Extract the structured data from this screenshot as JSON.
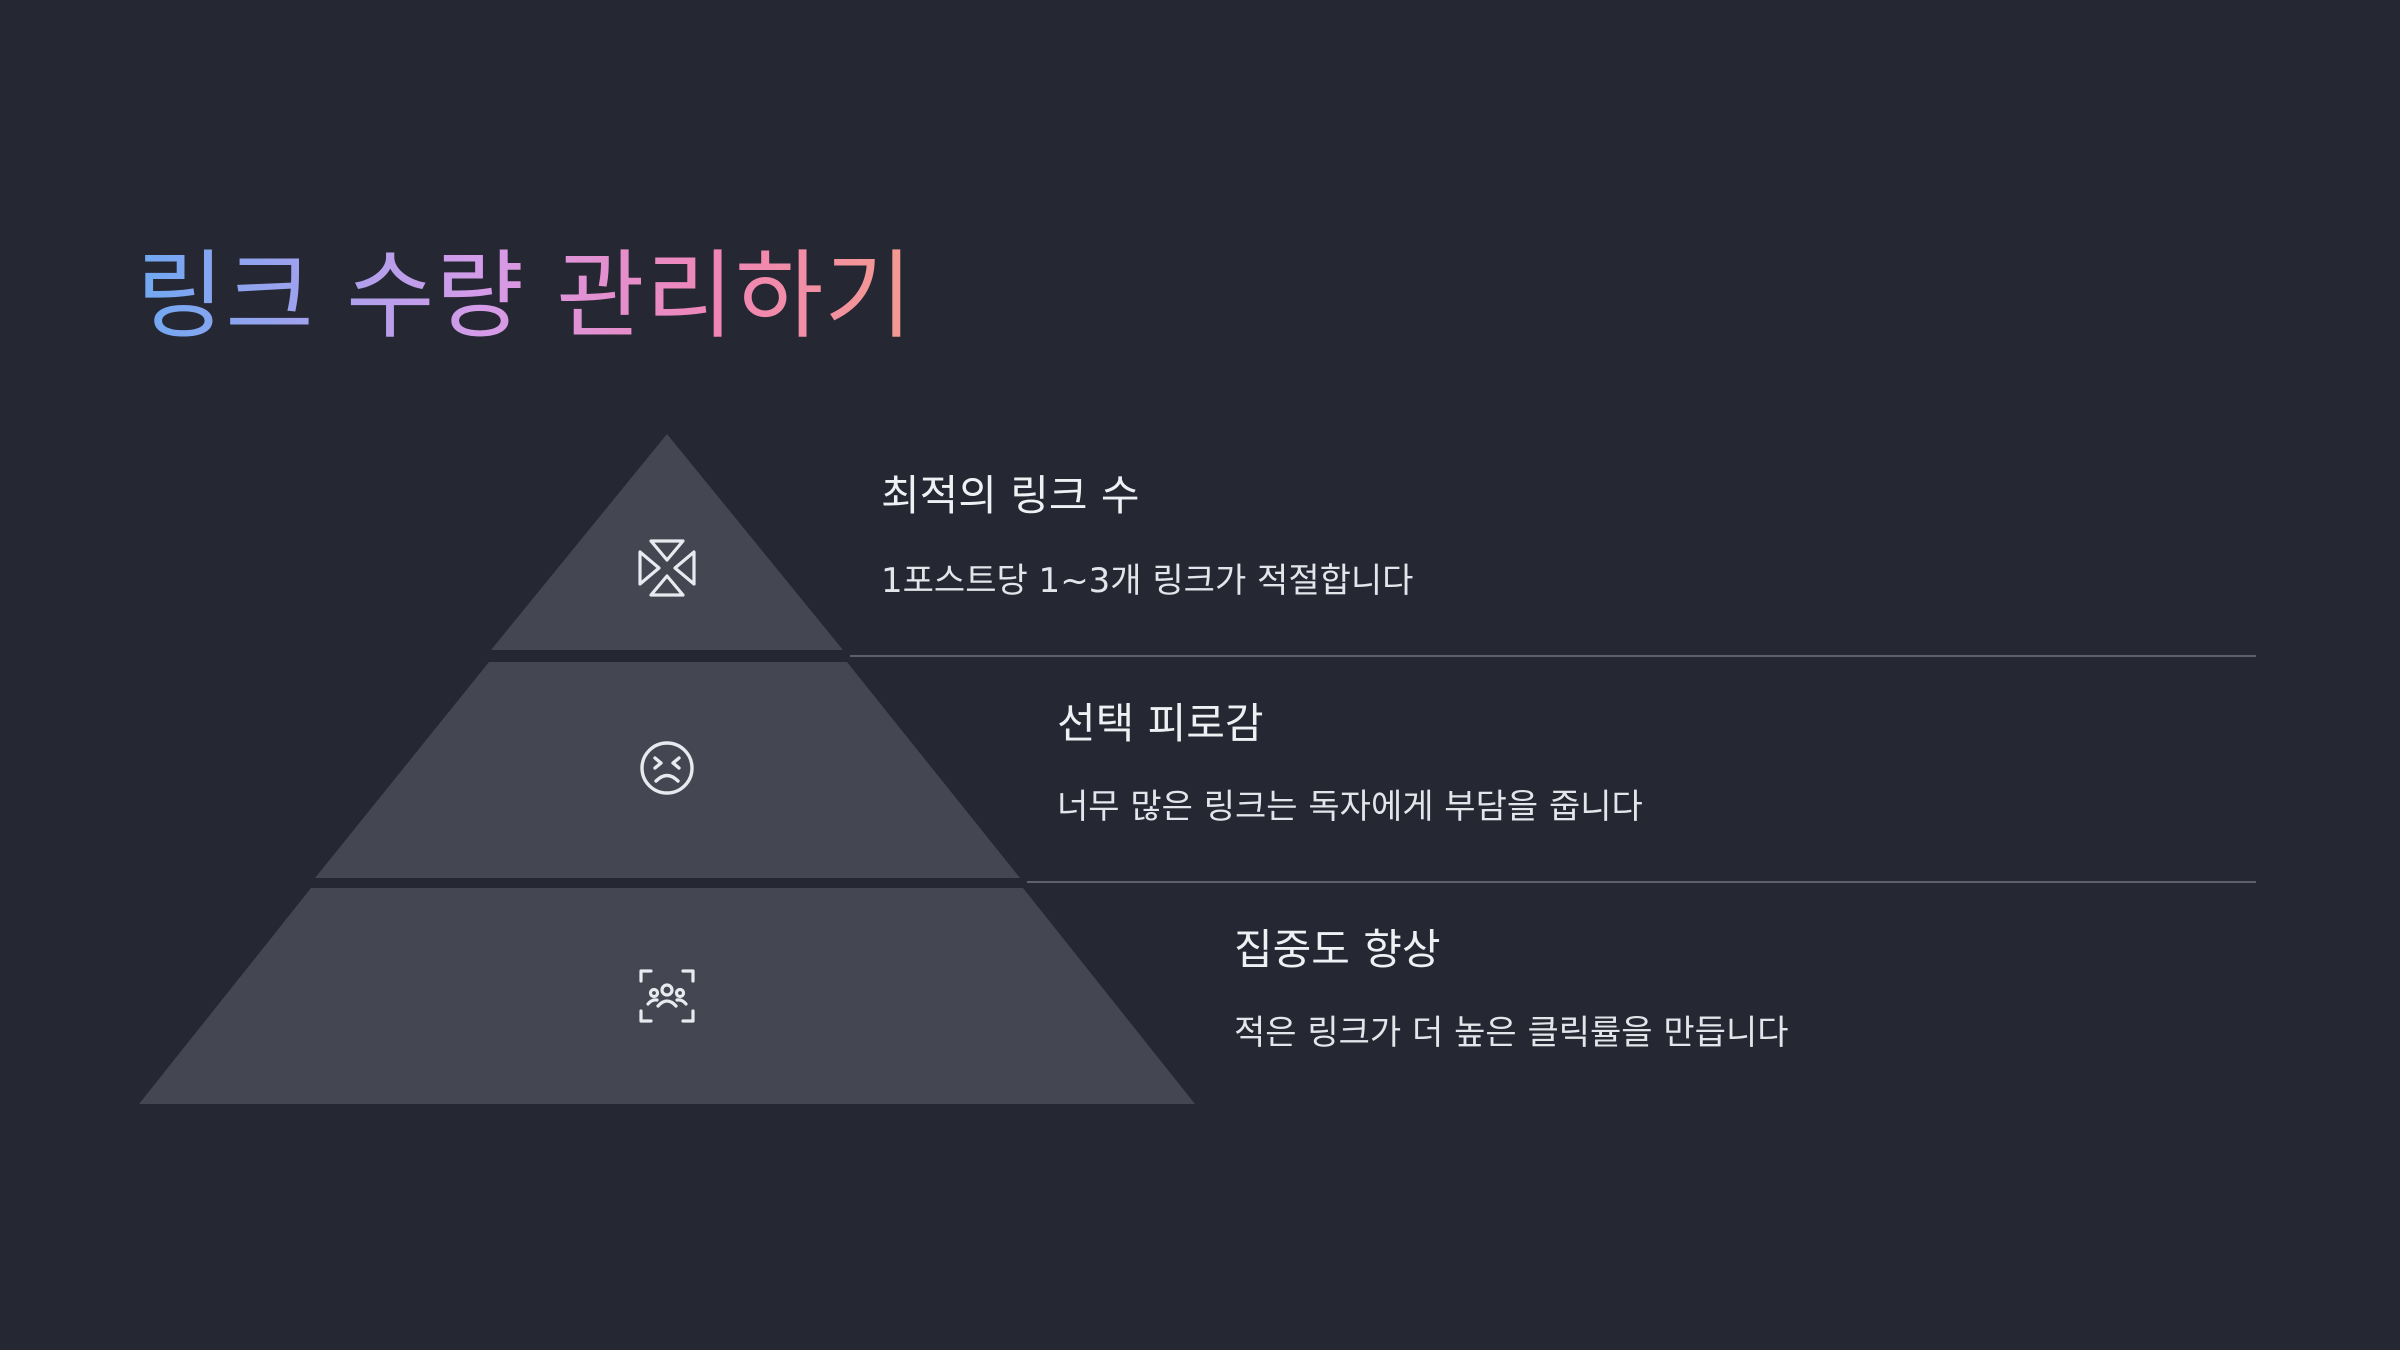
{
  "slide": {
    "title": "링크 수량 관리하기",
    "colors": {
      "background": "#252733",
      "pyramid_fill": "#444652",
      "divider": "#5e606c",
      "text": "#eef0f4",
      "title_gradient": [
        "#6fa8f2",
        "#d69be8",
        "#f085b6",
        "#f49b8e"
      ]
    },
    "tiers": [
      {
        "icon": "arrows-collapse-icon",
        "heading": "최적의 링크 수",
        "description": "1포스트당 1~3개 링크가 적절합니다"
      },
      {
        "icon": "tired-face-icon",
        "heading": "선택 피로감",
        "description": "너무 많은 링크는 독자에게 부담을 줍니다"
      },
      {
        "icon": "focus-group-icon",
        "heading": "집중도 향상",
        "description": "적은 링크가 더 높은 클릭률을 만듭니다"
      }
    ]
  }
}
